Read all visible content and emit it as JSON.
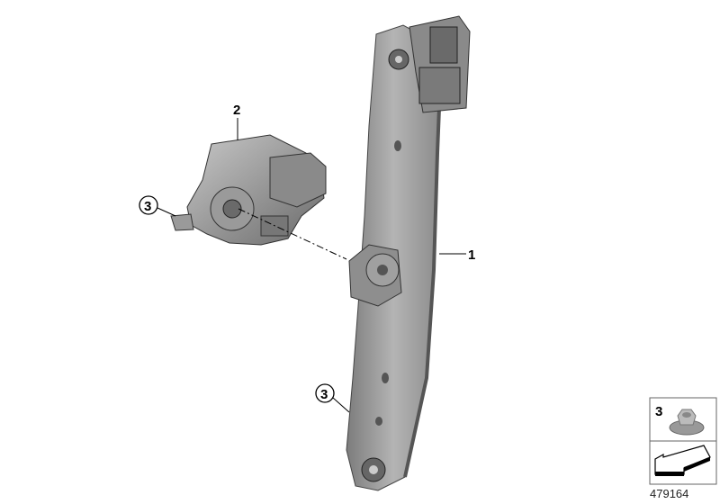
{
  "callouts": {
    "window_regulator": "1",
    "motor": "2",
    "nut_motor": "3",
    "nut_bottom": "3"
  },
  "legend_box": {
    "item_number": "3",
    "icon": "hex-flange-nut-icon",
    "direction_icon": "arrow-icon"
  },
  "diagram_id": "479164",
  "colors": {
    "part": "#9a9a9a",
    "part_dark": "#5a5a5a",
    "line": "#000000"
  }
}
